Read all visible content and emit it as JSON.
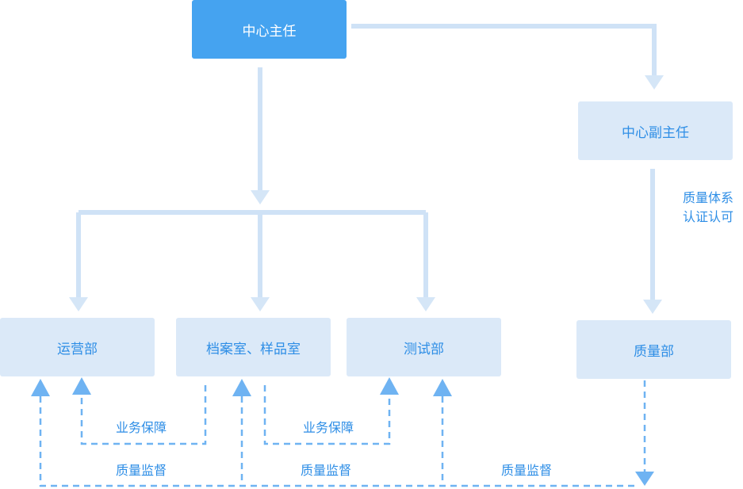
{
  "diagram": {
    "type": "org-chart",
    "colors": {
      "primary_node": "#45a3f0",
      "secondary_node": "#dbe9f8",
      "text_blue": "#2e8ee6",
      "solid_connector": "#cfe2f6",
      "dashed_connector": "#6fb3f2"
    },
    "nodes": {
      "director": "中心主任",
      "deputy_director": "中心副主任",
      "operations": "运营部",
      "archives": "档案室、样品室",
      "testing": "测试部",
      "quality": "质量部"
    },
    "edge_labels": {
      "qms_line1": "质量体系",
      "qms_line2": "认证认可",
      "support_left": "业务保障",
      "support_right": "业务保障",
      "supervision_left": "质量监督",
      "supervision_mid": "质量监督",
      "supervision_right": "质量监督"
    },
    "edges": [
      {
        "from": "director",
        "to": "deputy_director",
        "style": "solid"
      },
      {
        "from": "director",
        "to": "operations",
        "style": "solid"
      },
      {
        "from": "director",
        "to": "archives",
        "style": "solid"
      },
      {
        "from": "director",
        "to": "testing",
        "style": "solid"
      },
      {
        "from": "deputy_director",
        "to": "quality",
        "style": "solid",
        "label": "质量体系认证认可"
      },
      {
        "from": "archives",
        "to": "operations",
        "style": "dashed",
        "label": "业务保障"
      },
      {
        "from": "archives",
        "to": "testing",
        "style": "dashed",
        "label": "业务保障"
      },
      {
        "from": "quality",
        "to": "operations",
        "style": "dashed",
        "label": "质量监督"
      },
      {
        "from": "quality",
        "to": "archives",
        "style": "dashed",
        "label": "质量监督"
      },
      {
        "from": "quality",
        "to": "testing",
        "style": "dashed",
        "label": "质量监督"
      }
    ]
  }
}
